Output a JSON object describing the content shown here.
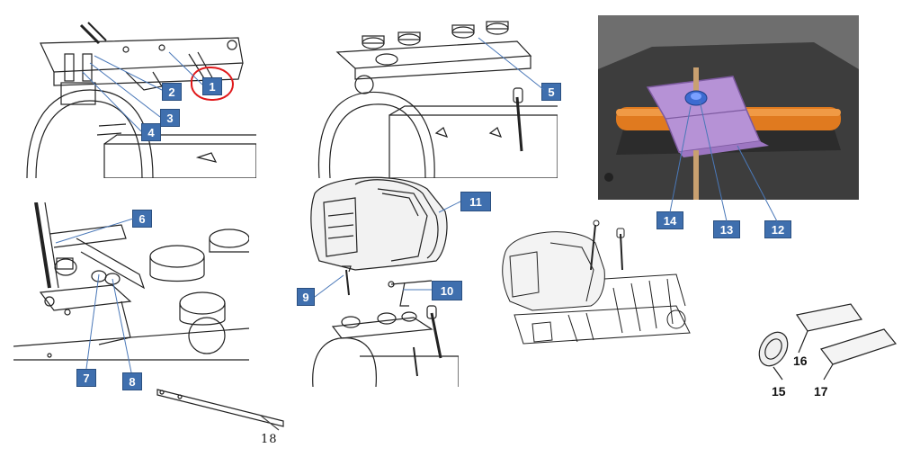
{
  "callouts": {
    "c1": "1",
    "c2": "2",
    "c3": "3",
    "c4": "4",
    "c5": "5",
    "c6": "6",
    "c7": "7",
    "c8": "8",
    "c9": "9",
    "c10": "10",
    "c11": "11",
    "c12": "12",
    "c13": "13",
    "c14": "14"
  },
  "plain_labels": {
    "c15": "15",
    "c16": "16",
    "c17": "17",
    "c18": "18"
  },
  "colors": {
    "callout_fill": "#3f6fae",
    "highlight_ring": "#e0191b",
    "render_background": "#5a5a5a",
    "bracket_purple": "#b692d6",
    "tube_orange": "#e07a1f",
    "nut_blue": "#3d6bd0",
    "stud_tan": "#c8a070"
  }
}
